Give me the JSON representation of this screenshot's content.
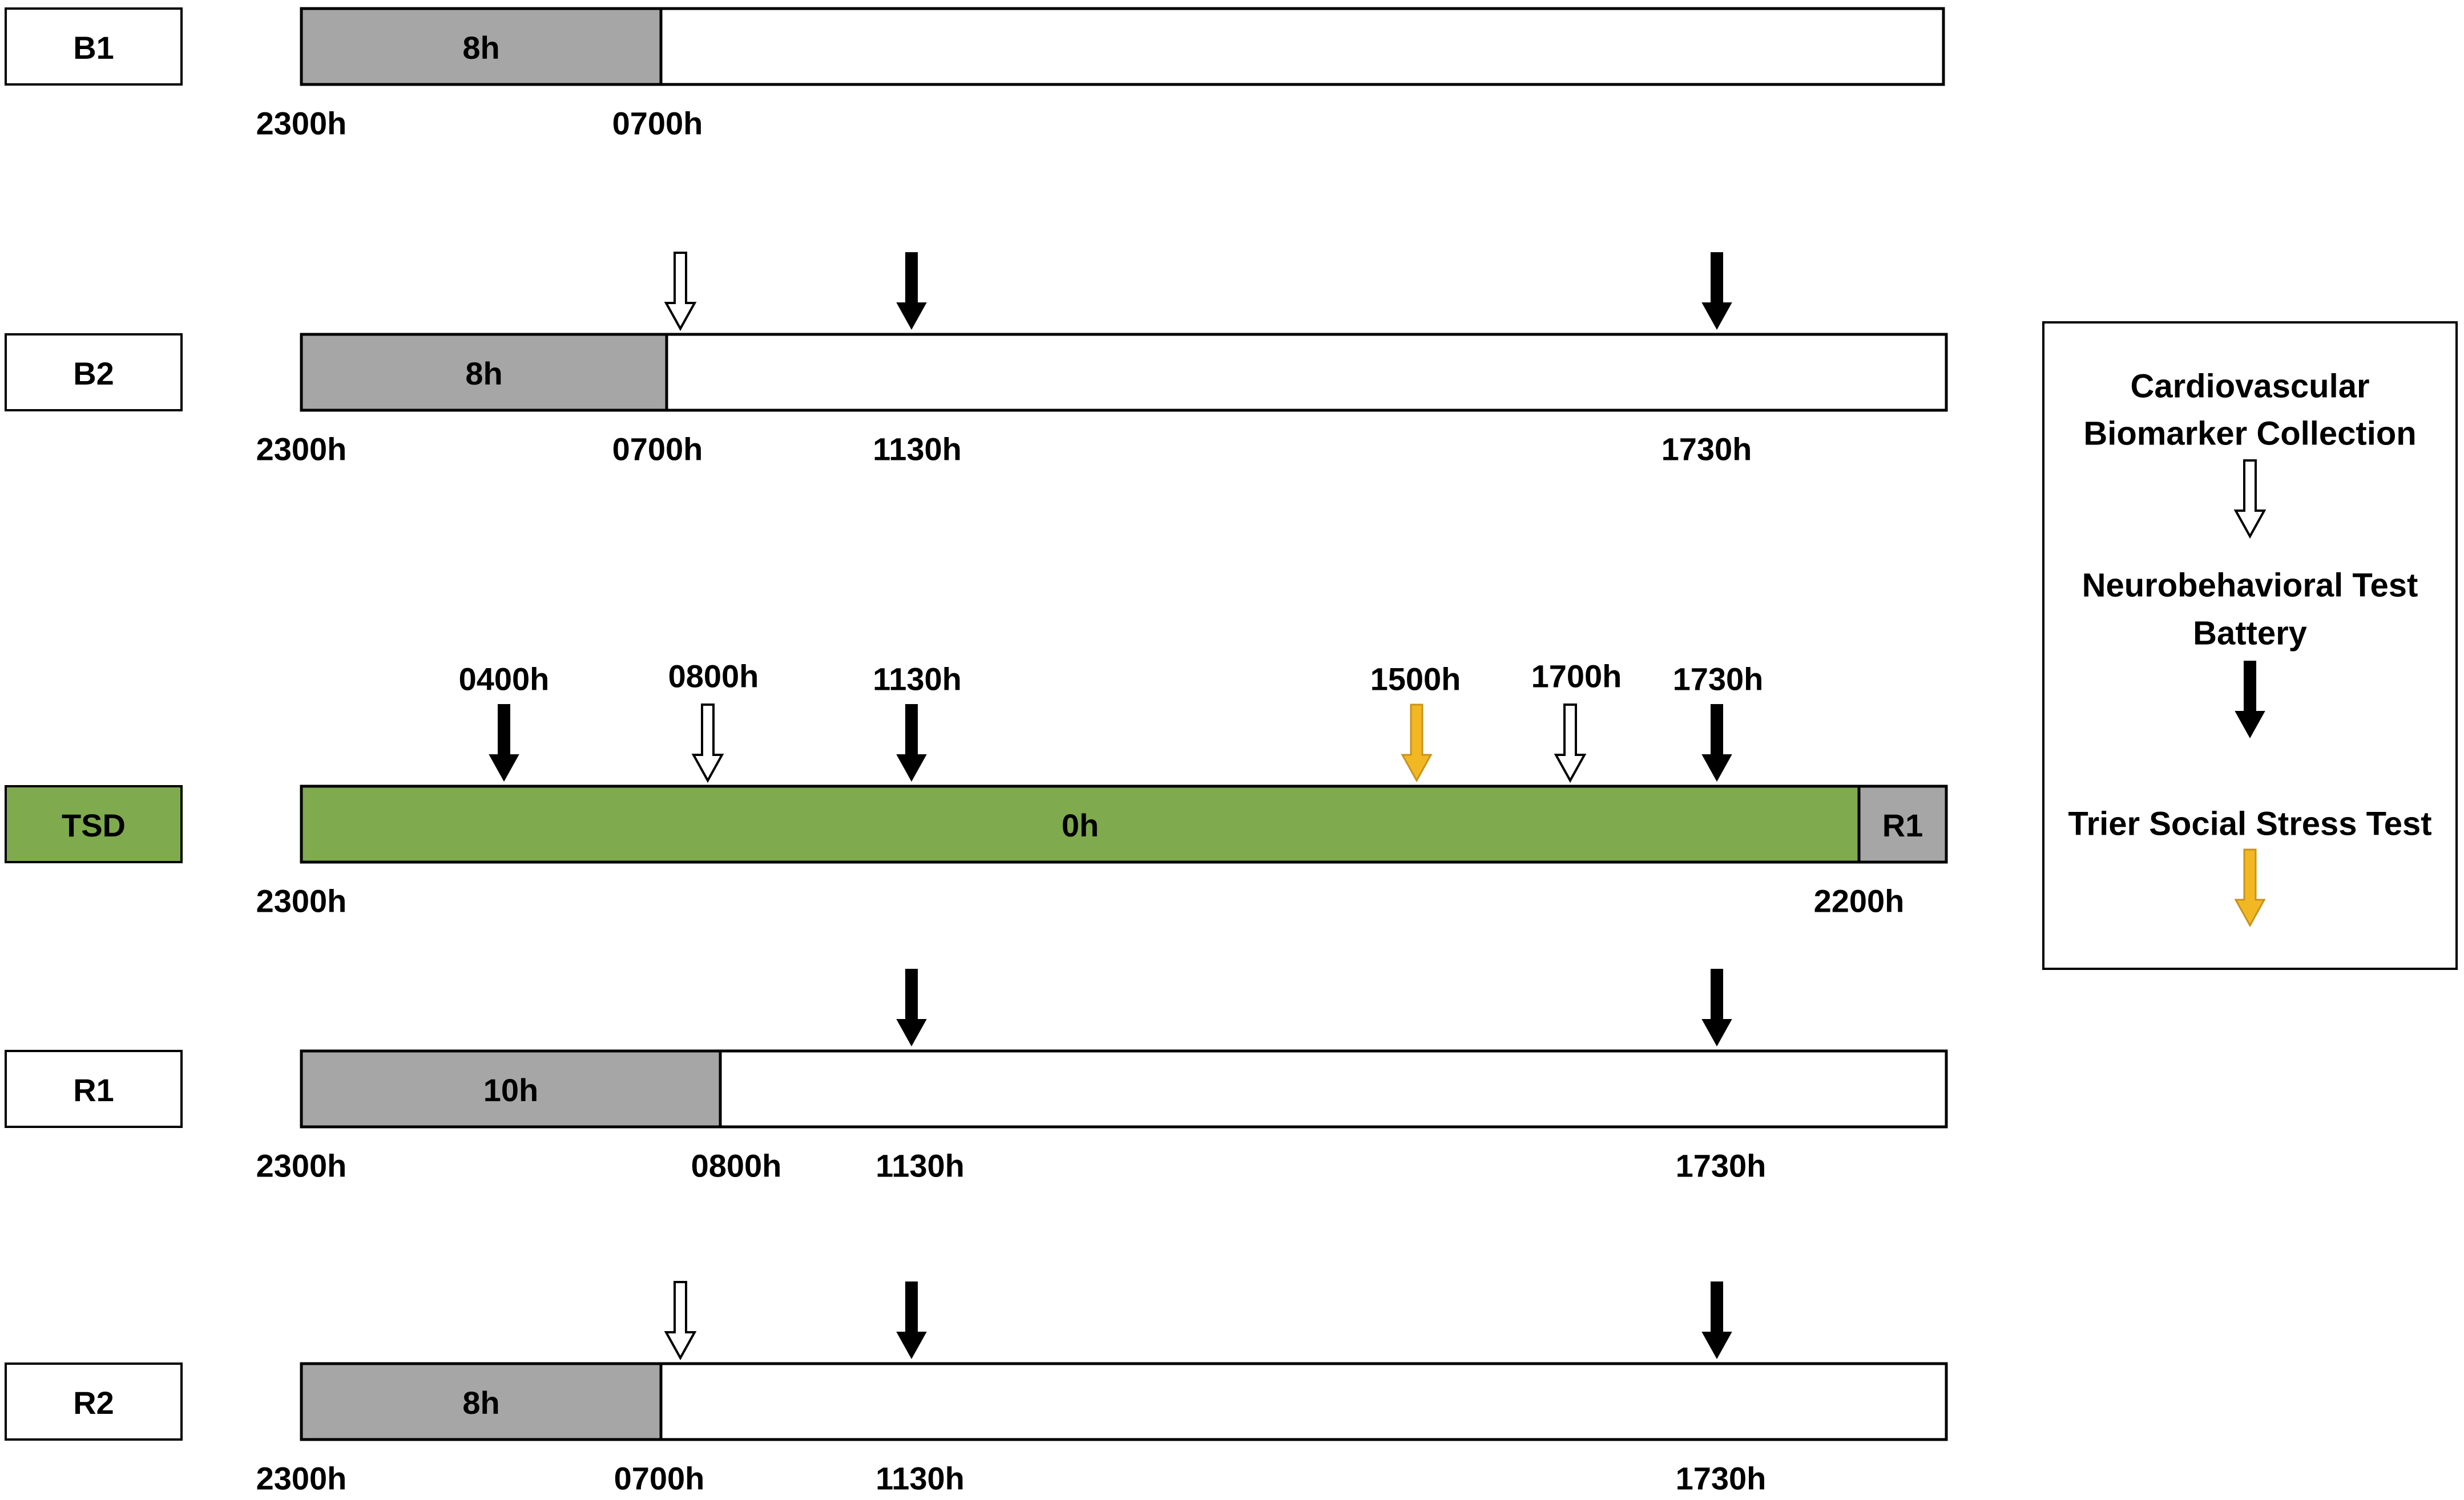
{
  "colors": {
    "sleep": "#a6a6a6",
    "tsd": "#7faa4e",
    "white": "#ffffff",
    "black": "#000000",
    "tsst": "#f2b823"
  },
  "rows": [
    {
      "id": "b1",
      "label": "B1",
      "label_fill": "#ffffff",
      "segments": [
        {
          "text": "8h",
          "fill": "#a6a6a6",
          "start": 0,
          "end": 8
        },
        {
          "text": "",
          "fill": "#ffffff",
          "start": 8,
          "end": 23
        }
      ],
      "times": [
        {
          "text": "2300h",
          "t": 0
        },
        {
          "text": "0700h",
          "t": 8
        }
      ],
      "arrows": []
    },
    {
      "id": "b2",
      "label": "B2",
      "label_fill": "#ffffff",
      "segments": [
        {
          "text": "8h",
          "fill": "#a6a6a6",
          "start": 0,
          "end": 8
        },
        {
          "text": "",
          "fill": "#ffffff",
          "start": 8,
          "end": 23
        }
      ],
      "times": [
        {
          "text": "2300h",
          "t": 0
        },
        {
          "text": "0700h",
          "t": 8
        },
        {
          "text": "1130h",
          "t": 12.5
        },
        {
          "text": "1730h",
          "t": 18.5
        }
      ],
      "arrows": [
        {
          "t": 8.2,
          "kind": "hollow"
        },
        {
          "t": 12.5,
          "kind": "black"
        },
        {
          "t": 18.5,
          "kind": "black"
        }
      ]
    },
    {
      "id": "tsd",
      "label": "TSD",
      "label_fill": "#7faa4e",
      "segments": [
        {
          "text": "0h",
          "fill": "#7faa4e",
          "start": 0,
          "end": 23
        },
        {
          "text": "R1",
          "fill": "#a6a6a6",
          "start": 23,
          "end": 24.3
        }
      ],
      "times": [
        {
          "text": "2300h",
          "t": 0
        },
        {
          "text": "2200h",
          "t": 23
        }
      ],
      "top_times": [
        {
          "text": "0400h",
          "t": 3
        },
        {
          "text": "0800h",
          "t": 6
        },
        {
          "text": "1130h",
          "t": 9
        },
        {
          "text": "1500h",
          "t": 16.4
        },
        {
          "text": "1700h",
          "t": 18.7
        },
        {
          "text": "1730h",
          "t": 20.8
        }
      ],
      "arrows": [
        {
          "t": 3,
          "kind": "black"
        },
        {
          "t": 6,
          "kind": "hollow"
        },
        {
          "t": 9,
          "kind": "black"
        },
        {
          "t": 16.4,
          "kind": "tsst"
        },
        {
          "t": 18.7,
          "kind": "hollow"
        },
        {
          "t": 20.8,
          "kind": "black"
        }
      ]
    },
    {
      "id": "r1",
      "label": "R1",
      "label_fill": "#ffffff",
      "segments": [
        {
          "text": "10h",
          "fill": "#a6a6a6",
          "start": 0,
          "end": 9
        },
        {
          "text": "",
          "fill": "#ffffff",
          "start": 9,
          "end": 23
        }
      ],
      "times": [
        {
          "text": "2300h",
          "t": 0
        },
        {
          "text": "0800h",
          "t": 9
        },
        {
          "text": "1130h",
          "t": 12.5
        },
        {
          "text": "1730h",
          "t": 18.5
        }
      ],
      "arrows": [
        {
          "t": 12.5,
          "kind": "black"
        },
        {
          "t": 18.5,
          "kind": "black"
        }
      ]
    },
    {
      "id": "r2",
      "label": "R2",
      "label_fill": "#ffffff",
      "segments": [
        {
          "text": "8h",
          "fill": "#a6a6a6",
          "start": 0,
          "end": 8
        },
        {
          "text": "",
          "fill": "#ffffff",
          "start": 8,
          "end": 23
        }
      ],
      "times": [
        {
          "text": "2300h",
          "t": 0
        },
        {
          "text": "0700h",
          "t": 8
        },
        {
          "text": "1130h",
          "t": 12.5
        },
        {
          "text": "1730h",
          "t": 18.5
        }
      ],
      "arrows": [
        {
          "t": 8.2,
          "kind": "hollow"
        },
        {
          "t": 12.5,
          "kind": "black"
        },
        {
          "t": 18.5,
          "kind": "black"
        }
      ]
    }
  ],
  "legend": {
    "items": [
      {
        "lines": [
          "Cardiovascular",
          "Biomarker Collection"
        ],
        "kind": "hollow"
      },
      {
        "lines": [
          "Neurobehavioral Test",
          "Battery"
        ],
        "kind": "black"
      },
      {
        "lines": [
          "Trier Social Stress Test"
        ],
        "kind": "tsst"
      }
    ]
  }
}
